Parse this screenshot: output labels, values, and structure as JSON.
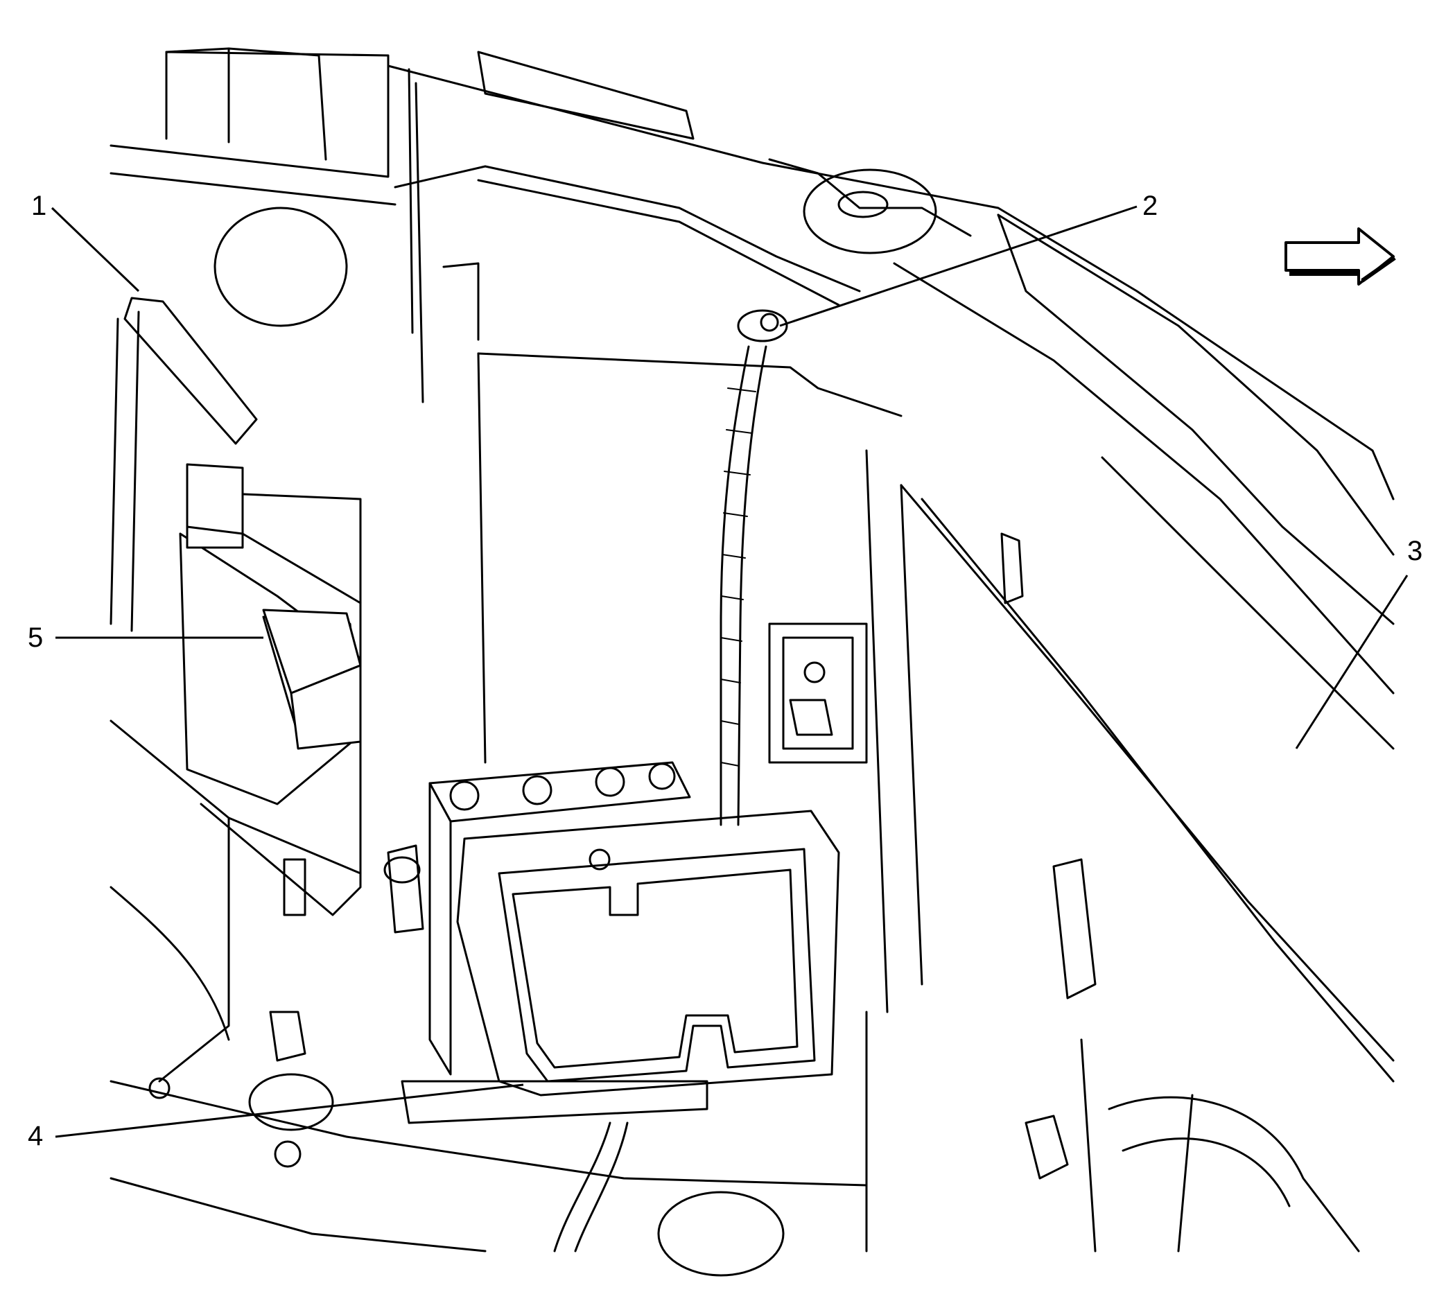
{
  "callouts": {
    "c1": "1",
    "c2": "2",
    "c3": "3",
    "c4": "4",
    "c5": "5"
  },
  "direction_indicator": "right-arrow-icon",
  "colors": {
    "line": "#000000",
    "background": "#ffffff"
  }
}
